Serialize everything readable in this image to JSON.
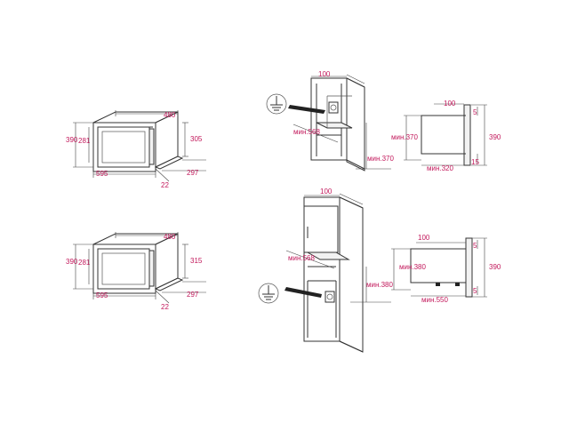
{
  "colors": {
    "dimension_text": "#c2185b",
    "lines": "#333333"
  },
  "oven_top": {
    "width": "480",
    "height": "390",
    "inner_height": "281",
    "depth": "305",
    "front_width": "595",
    "flange": "22",
    "side_depth": "297"
  },
  "oven_bottom": {
    "width": "480",
    "height": "390",
    "inner_height": "281",
    "depth": "315",
    "front_width": "595",
    "flange": "22",
    "side_depth": "297"
  },
  "cabinet_top": {
    "top_offset": "100",
    "min_depth": "мин.568",
    "min_height": "мин.370",
    "ground_icon": "ground-symbol-icon"
  },
  "cabinet_bottom": {
    "top_offset": "100",
    "min_depth": "мин.568",
    "min_height": "мин.380",
    "ground_icon": "ground-symbol-icon"
  },
  "section_top": {
    "gap": "100",
    "top_gap": "5",
    "min_height": "мин.370",
    "height": "390",
    "bottom_gap": "15",
    "min_depth": "мин.320"
  },
  "section_bottom": {
    "gap": "100",
    "top_gap": "5",
    "min_height": "мин.380",
    "height": "390",
    "bottom_gap": "5",
    "min_depth": "мин.550"
  }
}
